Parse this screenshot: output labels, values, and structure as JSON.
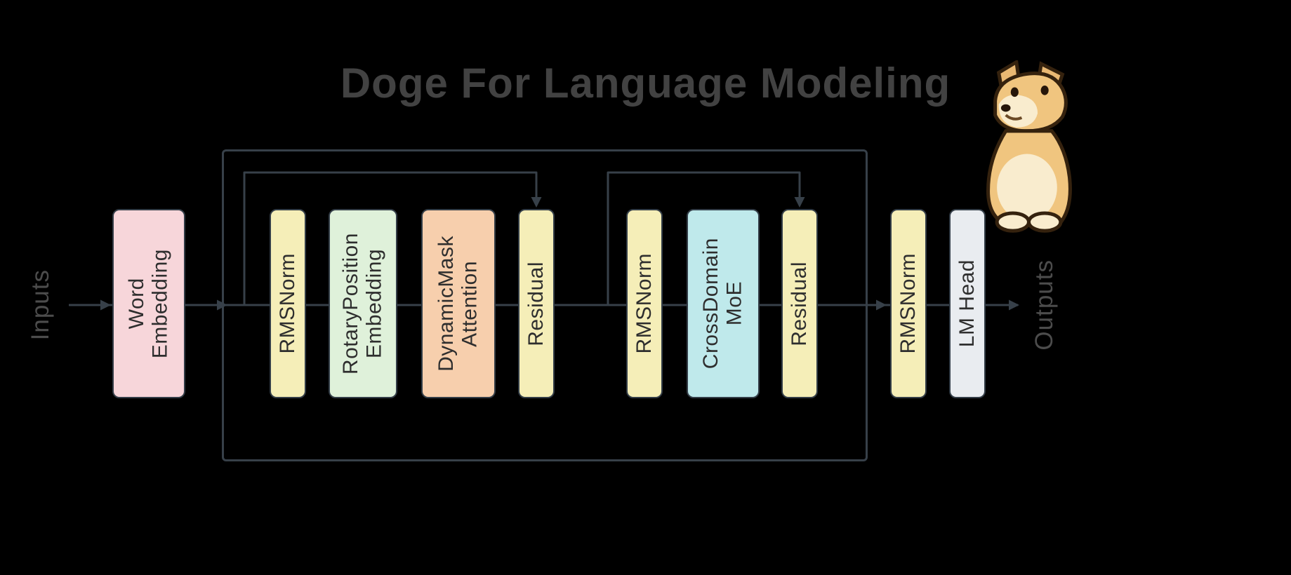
{
  "title": "Doge For Language Modeling",
  "labels": {
    "inputs": "Inputs",
    "outputs": "Outputs"
  },
  "nodes": [
    {
      "id": "word-embedding",
      "label": "Word\nEmbedding",
      "color": "#f7d6da"
    },
    {
      "id": "rmsnorm-1",
      "label": "RMSNorm",
      "color": "#f5eeb8"
    },
    {
      "id": "rotary-position-embedding",
      "label": "RotaryPosition\nEmbedding",
      "color": "#dff1da"
    },
    {
      "id": "dynamic-mask-attention",
      "label": "DynamicMask\nAttention",
      "color": "#f7cfad"
    },
    {
      "id": "residual-1",
      "label": "Residual",
      "color": "#f5eeb8"
    },
    {
      "id": "rmsnorm-2",
      "label": "RMSNorm",
      "color": "#f5eeb8"
    },
    {
      "id": "cross-domain-moe",
      "label": "CrossDomain\nMoE",
      "color": "#bfe9eb"
    },
    {
      "id": "residual-2",
      "label": "Residual",
      "color": "#f5eeb8"
    },
    {
      "id": "rmsnorm-3",
      "label": "RMSNorm",
      "color": "#f5eeb8"
    },
    {
      "id": "lm-head",
      "label": "LM Head",
      "color": "#e9ecf0"
    }
  ],
  "connections": {
    "main_flow": [
      "Inputs",
      "Word Embedding",
      "RMSNorm",
      "RotaryPosition Embedding",
      "DynamicMask Attention",
      "Residual",
      "RMSNorm",
      "CrossDomain MoE",
      "Residual",
      "RMSNorm",
      "LM Head",
      "Outputs"
    ],
    "skip_connections": [
      {
        "from": "attention sub-block input",
        "to": "Residual"
      },
      {
        "from": "moe sub-block input",
        "to": "Residual"
      }
    ]
  },
  "colors": {
    "background": "#000000",
    "wire": "#374049",
    "box_border": "#333d47",
    "title_text": "#424242",
    "io_text": "#4c4c4c",
    "box_text": "#2e2e2e"
  }
}
